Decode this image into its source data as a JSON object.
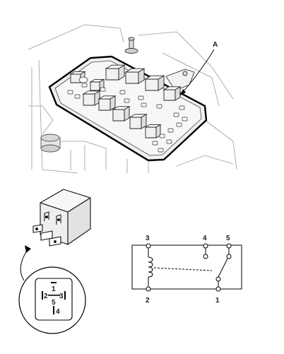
{
  "callout": {
    "label": "A"
  },
  "relay_face_pins": {
    "top": "1",
    "left": "2",
    "center": "5",
    "right": "3",
    "bottom": "4"
  },
  "schematic_terminals": {
    "top_left": "3",
    "top_middle": "4",
    "top_right": "5",
    "bottom_left": "2",
    "bottom_right": "1"
  }
}
